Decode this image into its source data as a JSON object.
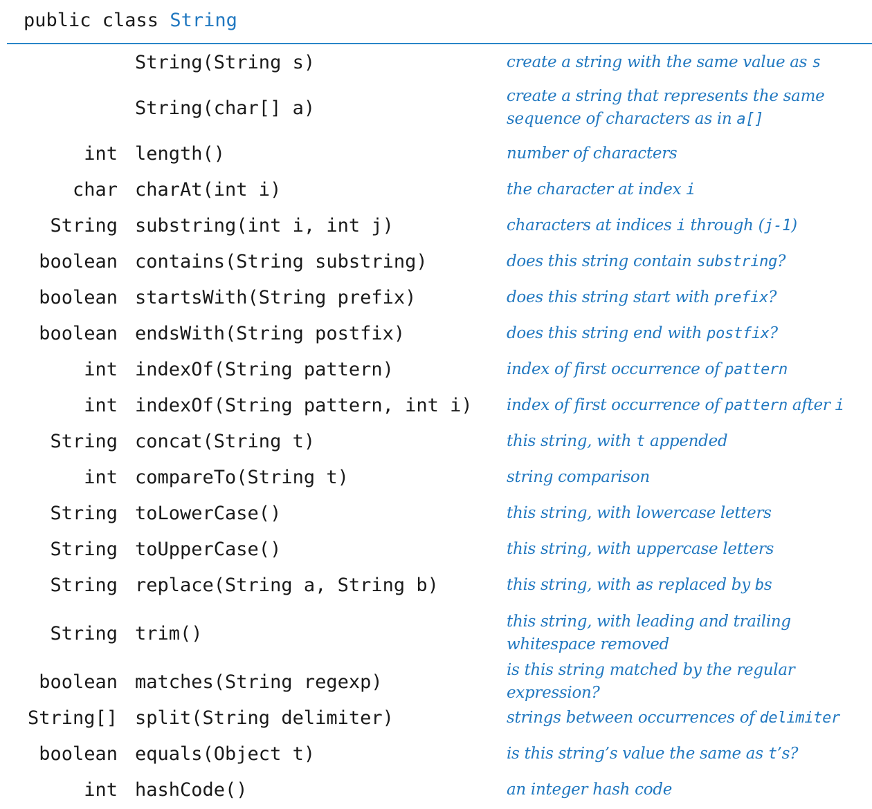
{
  "header": {
    "prefix": "public class ",
    "class_name": "String"
  },
  "colors": {
    "accent": "#2178c0",
    "rule": "#2a86c8",
    "text": "#1a1a1a"
  },
  "methods": [
    {
      "ret": "",
      "sig": "String(String s)",
      "desc": [
        {
          "t": "create a string with the same value as "
        },
        {
          "t": "s",
          "m": true
        }
      ],
      "h": 52
    },
    {
      "ret": "",
      "sig": "String(char[] a)",
      "desc": [
        {
          "t": "create a string that represents the same sequence of characters as in "
        },
        {
          "t": "a[]",
          "m": true
        }
      ],
      "h": 80
    },
    {
      "ret": "int",
      "sig": "length()",
      "desc": [
        {
          "t": "number of characters"
        }
      ],
      "h": 52
    },
    {
      "ret": "char",
      "sig": "charAt(int i)",
      "desc": [
        {
          "t": "the character at index "
        },
        {
          "t": "i",
          "m": true
        }
      ],
      "h": 52
    },
    {
      "ret": "String",
      "sig": "substring(int i, int j)",
      "desc": [
        {
          "t": "characters at indices "
        },
        {
          "t": "i",
          "m": true
        },
        {
          "t": " through ("
        },
        {
          "t": "j-1",
          "m": true
        },
        {
          "t": ")"
        }
      ],
      "h": 52
    },
    {
      "ret": "boolean",
      "sig": "contains(String substring)",
      "desc": [
        {
          "t": "does this string contain "
        },
        {
          "t": "substring",
          "m": true
        },
        {
          "t": "?"
        }
      ],
      "h": 52
    },
    {
      "ret": "boolean",
      "sig": "startsWith(String prefix)",
      "desc": [
        {
          "t": "does this string start with "
        },
        {
          "t": "prefix",
          "m": true
        },
        {
          "t": "?"
        }
      ],
      "h": 52
    },
    {
      "ret": "boolean",
      "sig": "endsWith(String postfix)",
      "desc": [
        {
          "t": "does this string end with "
        },
        {
          "t": "postfix",
          "m": true
        },
        {
          "t": "?"
        }
      ],
      "h": 52
    },
    {
      "ret": "int",
      "sig": "indexOf(String pattern)",
      "desc": [
        {
          "t": "index of first occurrence of "
        },
        {
          "t": "pattern",
          "m": true
        }
      ],
      "h": 52
    },
    {
      "ret": "int",
      "sig": "indexOf(String pattern, int i)",
      "desc": [
        {
          "t": "index of first occurrence of "
        },
        {
          "t": "pattern",
          "m": true
        },
        {
          "t": " after "
        },
        {
          "t": "i",
          "m": true
        }
      ],
      "h": 52
    },
    {
      "ret": "String",
      "sig": "concat(String t)",
      "desc": [
        {
          "t": "this string, with "
        },
        {
          "t": "t",
          "m": true
        },
        {
          "t": " appended"
        }
      ],
      "h": 52
    },
    {
      "ret": "int",
      "sig": "compareTo(String t)",
      "desc": [
        {
          "t": "string comparison"
        }
      ],
      "h": 52
    },
    {
      "ret": "String",
      "sig": "toLowerCase()",
      "desc": [
        {
          "t": "this string, with lowercase letters"
        }
      ],
      "h": 52
    },
    {
      "ret": "String",
      "sig": "toUpperCase()",
      "desc": [
        {
          "t": "this string, with uppercase letters"
        }
      ],
      "h": 52
    },
    {
      "ret": "String",
      "sig": "replace(String a, String b)",
      "desc": [
        {
          "t": "this string, with "
        },
        {
          "t": "a",
          "m": true
        },
        {
          "t": "s replaced by "
        },
        {
          "t": "b",
          "m": true
        },
        {
          "t": "s"
        }
      ],
      "h": 52
    },
    {
      "ret": "String",
      "sig": "trim()",
      "desc": [
        {
          "t": "this string, with leading and trailing whitespace removed"
        }
      ],
      "h": 88
    },
    {
      "ret": "boolean",
      "sig": "matches(String regexp)",
      "desc": [
        {
          "t": "is this string matched by the regular expression?"
        }
      ],
      "h": 52
    },
    {
      "ret": "String[]",
      "sig": "split(String delimiter)",
      "desc": [
        {
          "t": "strings between occurrences of "
        },
        {
          "t": "delimiter",
          "m": true
        }
      ],
      "h": 52
    },
    {
      "ret": "boolean",
      "sig": "equals(Object t)",
      "desc": [
        {
          "t": "is this string’s value the same as "
        },
        {
          "t": "t",
          "m": true
        },
        {
          "t": "’s?"
        }
      ],
      "h": 52
    },
    {
      "ret": "int",
      "sig": "hashCode()",
      "desc": [
        {
          "t": "an integer hash code"
        }
      ],
      "h": 52
    }
  ]
}
